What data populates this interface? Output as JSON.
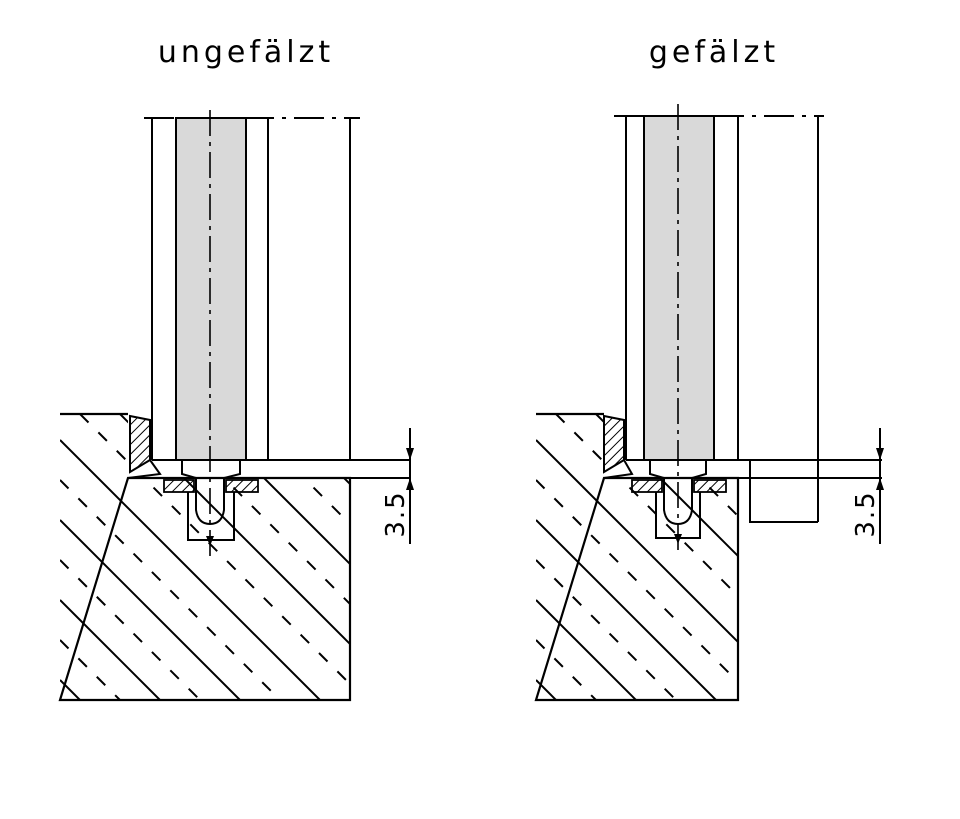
{
  "diagram": {
    "left_title": "ungefälzt",
    "right_title": "gefälzt",
    "left_dimension": "3.5",
    "right_dimension": "3.5"
  }
}
